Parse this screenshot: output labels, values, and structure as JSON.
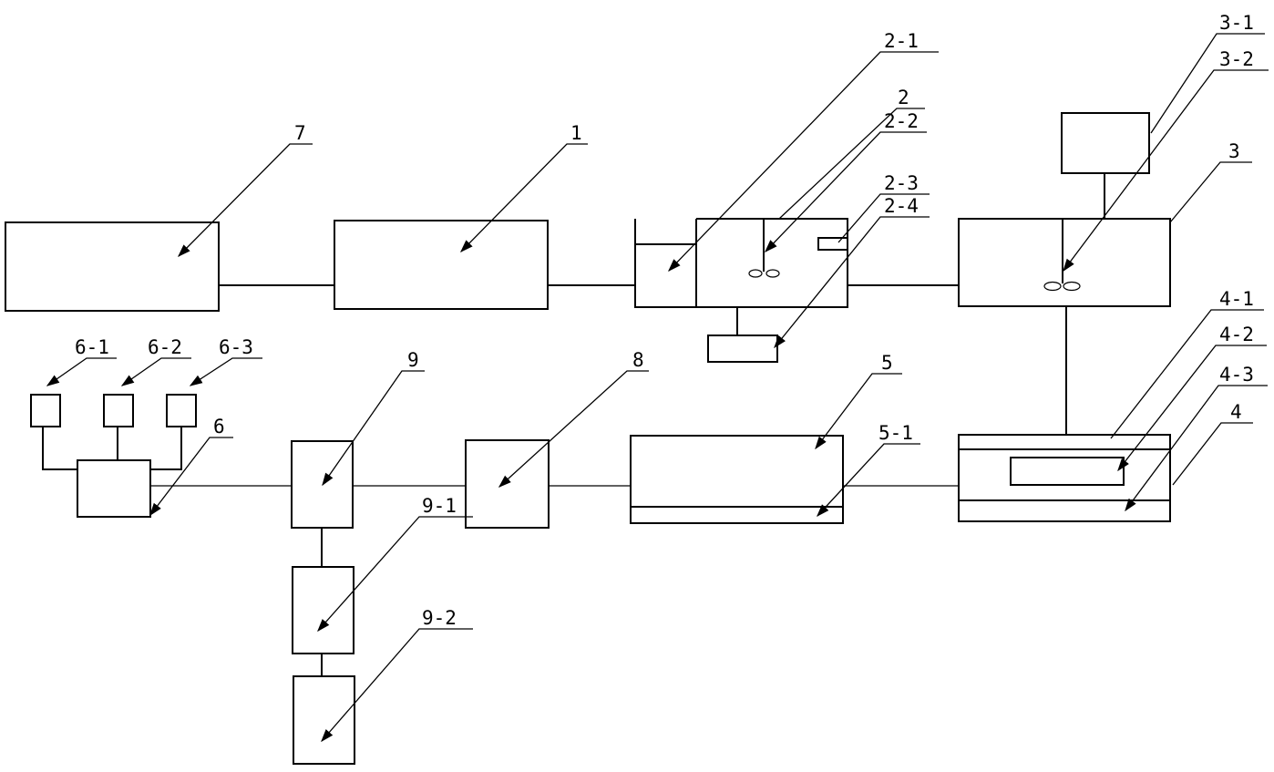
{
  "labels": {
    "l7": "7",
    "l1": "1",
    "l2": "2",
    "l2_1": "2-1",
    "l2_2": "2-2",
    "l2_3": "2-3",
    "l2_4": "2-4",
    "l3": "3",
    "l3_1": "3-1",
    "l3_2": "3-2",
    "l4": "4",
    "l4_1": "4-1",
    "l4_2": "4-2",
    "l4_3": "4-3",
    "l5": "5",
    "l5_1": "5-1",
    "l6": "6",
    "l6_1": "6-1",
    "l6_2": "6-2",
    "l6_3": "6-3",
    "l8": "8",
    "l9": "9",
    "l9_1": "9-1",
    "l9_2": "9-2"
  }
}
